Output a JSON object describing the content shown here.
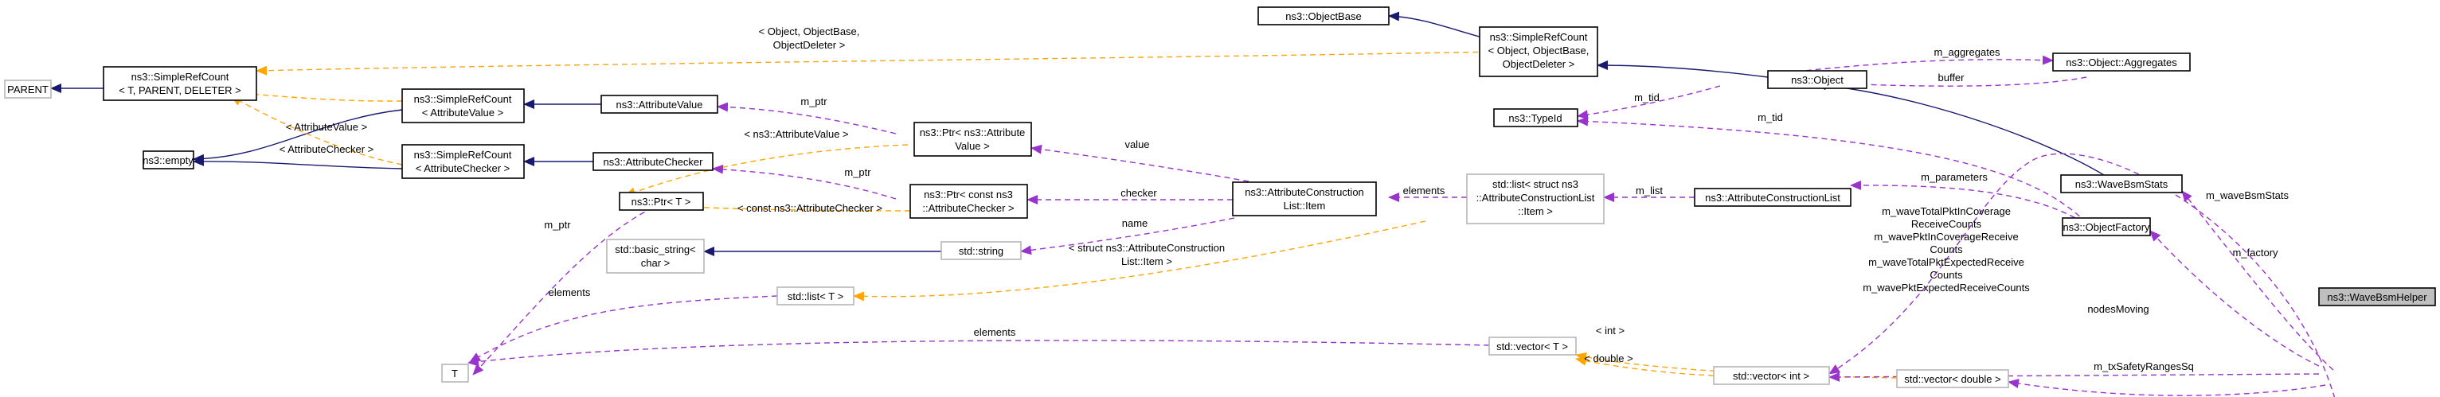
{
  "nodes": {
    "parent": "PARENT",
    "simple_ref_count_t": [
      "ns3::SimpleRefCount",
      "< T, PARENT, DELETER >"
    ],
    "empty": "ns3::empty",
    "object_base": "ns3::ObjectBase",
    "simple_ref_count_object": [
      "ns3::SimpleRefCount",
      "< Object, ObjectBase,",
      "ObjectDeleter >"
    ],
    "object": "ns3::Object",
    "object_aggregates": "ns3::Object::Aggregates",
    "type_id": "ns3::TypeId",
    "simple_ref_count_attr_value": [
      "ns3::SimpleRefCount",
      "< AttributeValue >"
    ],
    "attribute_value": "ns3::AttributeValue",
    "simple_ref_count_attr_checker": [
      "ns3::SimpleRefCount",
      "< AttributeChecker >"
    ],
    "attribute_checker": "ns3::AttributeChecker",
    "ptr_t": "ns3::Ptr< T >",
    "ptr_attr_value": [
      "ns3::Ptr< ns3::Attribute",
      "Value >"
    ],
    "ptr_attr_checker": [
      "ns3::Ptr< const ns3",
      "::AttributeChecker >"
    ],
    "attr_construction_item": [
      "ns3::AttributeConstruction",
      "List::Item"
    ],
    "basic_string": [
      "std::basic_string<",
      "char >"
    ],
    "std_string": "std::string",
    "t": "T",
    "std_list_t": "std::list< T >",
    "std_list_item": [
      "std::list< struct ns3",
      "::AttributeConstructionList",
      "::Item >"
    ],
    "attr_construction_list": "ns3::AttributeConstructionList",
    "std_vector_t": "std::vector< T >",
    "std_vector_int": "std::vector< int >",
    "std_vector_double": "std::vector< double >",
    "wave_bsm_stats": "ns3::WaveBsmStats",
    "object_factory": "ns3::ObjectFactory",
    "wave_bsm_helper": "ns3::WaveBsmHelper"
  },
  "edge_labels": {
    "object_template": [
      "< Object, ObjectBase,",
      "ObjectDeleter >"
    ],
    "attr_value_template": "< AttributeValue >",
    "attr_checker_template": "< AttributeChecker >",
    "m_aggregates": "m_aggregates",
    "buffer": "buffer",
    "m_tid_object": "m_tid",
    "m_tid_factory": "m_tid",
    "m_ptr_value": "m_ptr",
    "ptr_attr_value_template": "< ns3::AttributeValue >",
    "value": "value",
    "m_ptr_checker": "m_ptr",
    "ptr_const_checker_template": "< const ns3::AttributeChecker >",
    "checker": "checker",
    "m_ptr_t": "m_ptr",
    "name": "name",
    "elements_list": "elements",
    "list_item_template": [
      "< struct ns3::AttributeConstruction",
      "List::Item >"
    ],
    "elements_t": "elements",
    "m_list": "m_list",
    "m_parameters": "m_parameters",
    "counts_fields": [
      "m_waveTotalPktInCoverage",
      "ReceiveCounts",
      "m_wavePktInCoverageReceive",
      "Counts",
      "m_waveTotalPktExpectedReceive",
      "Counts",
      "m_wavePktExpectedReceiveCounts"
    ],
    "nodes_moving": "nodesMoving",
    "int_template": "< int >",
    "elements_vector": "elements",
    "double_template": "< double >",
    "m_tx_safety_ranges_sq": "m_txSafetyRangesSq",
    "m_wave_bsm_stats": "m_waveBsmStats",
    "m_factory": "m_factory"
  },
  "colors": {
    "inheritance": "#191970",
    "usage": "#9a32cd",
    "template": "#ffa500",
    "grey_border": "#b5b5b5",
    "focus_fill": "#bfbfbf"
  }
}
